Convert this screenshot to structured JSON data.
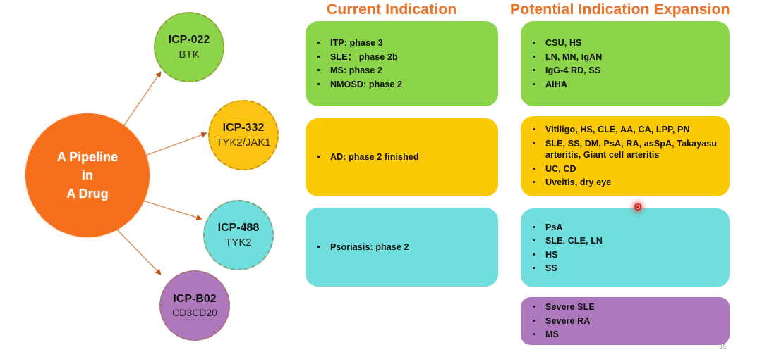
{
  "slide": {
    "page_number": "15",
    "colors": {
      "accent_orange": "#e8732a",
      "core_orange": "#f6701b",
      "green": "#8cd44a",
      "yellow": "#fcc906",
      "cyan": "#6fdedc",
      "purple": "#ae79bc"
    }
  },
  "headers": {
    "current": "Current Indication",
    "potential": "Potential Indication Expansion"
  },
  "core": {
    "line1": "A Pipeline",
    "line2": "in",
    "line3": "A Drug"
  },
  "nodes": [
    {
      "code": "ICP-022",
      "target": "BTK",
      "color": "#8cd44a"
    },
    {
      "code": "ICP-332",
      "target": "TYK2/JAK1",
      "color": "#fbc412"
    },
    {
      "code": "ICP-488",
      "target": "TYK2",
      "color": "#6fdedc"
    },
    {
      "code": "ICP-B02",
      "target": "CD3CD20",
      "color": "#ae79bc"
    }
  ],
  "current_indication": [
    {
      "color": "#8cd44a",
      "items": [
        "ITP: phase 3",
        "SLE： phase 2b",
        "MS: phase 2",
        "NMOSD: phase 2"
      ]
    },
    {
      "color": "#fcc906",
      "items": [
        "AD: phase 2 finished"
      ]
    },
    {
      "color": "#6fdedc",
      "items": [
        "Psoriasis: phase 2"
      ]
    }
  ],
  "potential_expansion": [
    {
      "color": "#8cd44a",
      "items": [
        "CSU, HS",
        "LN, MN, IgAN",
        "IgG-4 RD, SS",
        "AIHA"
      ]
    },
    {
      "color": "#fcc906",
      "items": [
        "Vitiligo, HS, CLE, AA, CA, LPP, PN",
        "SLE, SS, DM, PsA, RA, asSpA, Takayasu arteritis, Giant cell arteritis",
        "UC, CD",
        "Uveitis, dry eye"
      ]
    },
    {
      "color": "#6fdedc",
      "items": [
        "PsA",
        "SLE, CLE, LN",
        "HS",
        "SS"
      ]
    },
    {
      "color": "#ae79bc",
      "items": [
        "Severe SLE",
        "Severe RA",
        "MS"
      ]
    }
  ]
}
